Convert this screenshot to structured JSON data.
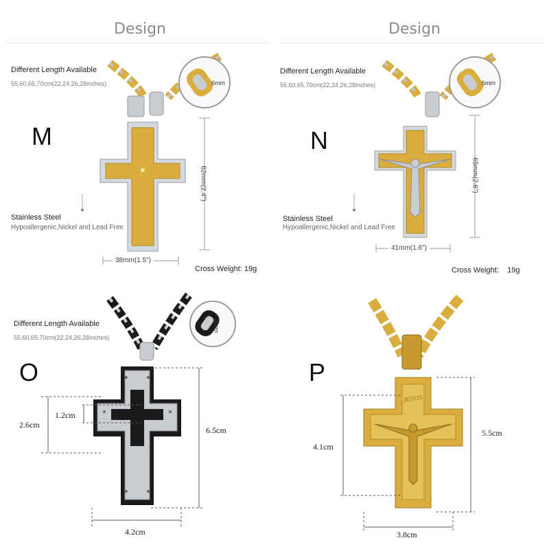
{
  "header": {
    "left_title": "Design",
    "right_title": "Design"
  },
  "panel_m": {
    "letter": "M",
    "length_title": "Different Length Available",
    "length_sub": "55,60,65,70cm(22,24,26,28inches)",
    "chain_size": "6mm",
    "material_title": "Stainless Steel",
    "material_sub": "Hypoallergenic,Nickel and Lead Free",
    "height": "62mm(2.4\")",
    "width": "38mm(1.5\")",
    "weight": "Cross Weight: 19g"
  },
  "panel_n": {
    "letter": "N",
    "length_title": "Different Length Available",
    "length_sub": "55,60,65,70cm(22,24,26,28inches)",
    "chain_size": "6mm",
    "material_title": "Stainless Steel",
    "material_sub": "Hypoallergenic,Nickel and Lead Free",
    "height": "65mm(2.6\")",
    "width": "41mm(1.6\")",
    "weight": "Cross Weight:    19g"
  },
  "panel_o": {
    "letter": "O",
    "length_title": "Different Length Available",
    "length_sub": "55,60,65,70cm(22,24,26,28inches)",
    "chain_size": "8mm",
    "dim_left": "2.6cm",
    "dim_inner": "1.2cm",
    "dim_right": "6.5cm",
    "dim_bottom": "4.2cm"
  },
  "panel_p": {
    "letter": "P",
    "engraving": "JESUS",
    "dim_left": "4.1cm",
    "dim_right": "5.5cm",
    "dim_bottom": "3.8cm"
  },
  "colors": {
    "gold": "#d9ae3f",
    "steel": "#c9ccd0",
    "black": "#1b1b1b"
  }
}
